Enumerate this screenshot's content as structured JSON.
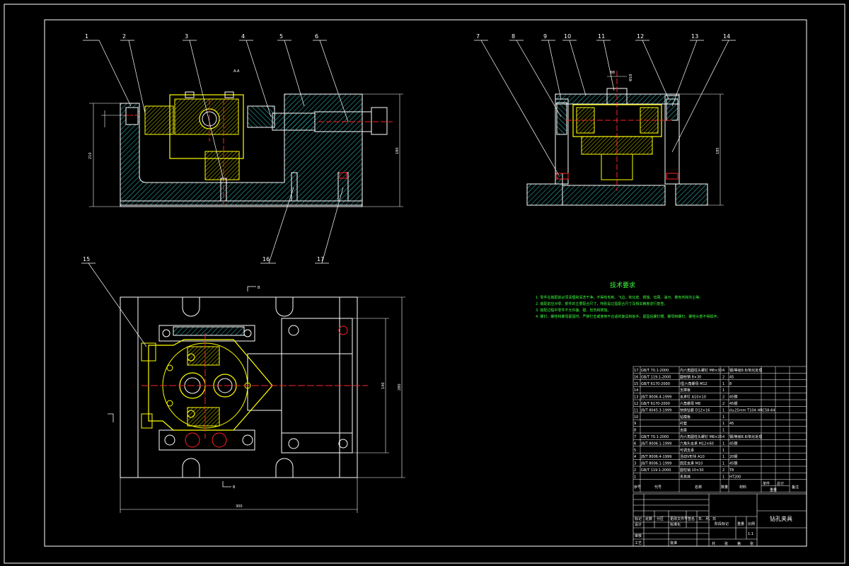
{
  "colors": {
    "background": "#000000",
    "outline": "#ffffff",
    "part": "#ffff00",
    "hatch": "#39e5e5",
    "center": "#ff2020",
    "text_green": "#3dff3d",
    "dim": "#ffffff"
  },
  "balloons_front": [
    "1",
    "2",
    "3",
    "4",
    "5",
    "6"
  ],
  "balloons_side": [
    "7",
    "8",
    "9",
    "10",
    "11",
    "12",
    "13",
    "14"
  ],
  "balloons_bottom": [
    "16",
    "17"
  ],
  "balloon_top": "15",
  "section_marks": [
    "A-A",
    "B",
    "B"
  ],
  "dimensions": {
    "front_height_left": "210",
    "front_height_right": "180",
    "side_height": "185",
    "top_width": "300",
    "top_height_inner": "140",
    "top_height_outer": "280",
    "side_small_1": "Φ8",
    "side_small_2": "Φ18"
  },
  "tech_req": {
    "title": "技术要求",
    "lines": [
      "1. 零件在装配前必须清理和清洗干净，不得有毛刺、飞边、氧化皮、锈蚀、切屑、油污、着色剂和灰尘等。",
      "2. 装配前应对零、部件的主要配合尺寸，特别是过盈配合尺寸及相关精度进行复查。",
      "3. 装配过程中零件不允许磕、碰、划伤和锈蚀。",
      "4. 螺钉、螺栓和螺母紧固时，严禁打击或使用不合适的旋具和扳手。紧固后螺钉槽、螺母和螺钉、螺栓头部不得损坏。"
    ]
  },
  "bom": {
    "rows": [
      {
        "no": "17",
        "code": "GB/T 70.1-2000",
        "name": "内六角圆柱头螺钉 M8×30",
        "qty": "4",
        "material": "钢/等级8.8/氧化处理",
        "note": ""
      },
      {
        "no": "16",
        "code": "GB/T 119.1-2000",
        "name": "圆柱销 8×30",
        "qty": "2",
        "material": "45",
        "note": ""
      },
      {
        "no": "15",
        "code": "GB/T 6170-2000",
        "name": "I型六角螺母 M12",
        "qty": "1",
        "material": "8",
        "note": ""
      },
      {
        "no": "14",
        "code": "",
        "name": "支撑板",
        "qty": "1",
        "material": "",
        "note": ""
      },
      {
        "no": "13",
        "code": "JB/T 8006.4-1999",
        "name": "支承钉 A10×10",
        "qty": "2",
        "material": "45钢",
        "note": ""
      },
      {
        "no": "12",
        "code": "GB/T 6170-2000",
        "name": "六角螺母 M8",
        "qty": "2",
        "material": "45钢",
        "note": ""
      },
      {
        "no": "11",
        "code": "JB/T 8045.3-1999",
        "name": "快换钻套 D12×16",
        "qty": "1",
        "material": "d≤25mm T10A HRC58-64",
        "note": ""
      },
      {
        "no": "10",
        "code": "",
        "name": "钻模板",
        "qty": "1",
        "material": "",
        "note": ""
      },
      {
        "no": "9",
        "code": "",
        "name": "衬套",
        "qty": "1",
        "material": "45",
        "note": ""
      },
      {
        "no": "8",
        "code": "",
        "name": "支座",
        "qty": "1",
        "material": "",
        "note": ""
      },
      {
        "no": "7",
        "code": "GB/T 70.1-2000",
        "name": "内六角圆柱头螺钉 M8×25",
        "qty": "4",
        "material": "钢/等级8.8/氧化处理",
        "note": ""
      },
      {
        "no": "6",
        "code": "JB/T 8006.1-1999",
        "name": "六角头支承 M12×60",
        "qty": "1",
        "material": "45钢",
        "note": ""
      },
      {
        "no": "5",
        "code": "",
        "name": "可调支承",
        "qty": "1",
        "material": "",
        "note": ""
      },
      {
        "no": "4",
        "code": "JB/T 8006.4-1999",
        "name": "活动V形块 A10",
        "qty": "1",
        "material": "20钢",
        "note": ""
      },
      {
        "no": "3",
        "code": "JB/T 8006.1-1999",
        "name": "固定支承 M10",
        "qty": "1",
        "material": "45钢",
        "note": ""
      },
      {
        "no": "2",
        "code": "GB/T 119.1-2000",
        "name": "圆柱销 10×30",
        "qty": "2",
        "material": "T8",
        "note": ""
      },
      {
        "no": "1",
        "code": "",
        "name": "夹具体",
        "qty": "1",
        "material": "HT200",
        "note": ""
      }
    ],
    "header": {
      "no": "序号",
      "code": "代号",
      "name": "名称",
      "qty": "数量",
      "material": "材料",
      "unit_weight": "单件",
      "total_weight": "总计",
      "weight": "重量",
      "note": "备注"
    }
  },
  "title_block": {
    "drawing_name": "钻孔夹具",
    "marks": [
      "标记",
      "处数",
      "分区",
      "更改文件号",
      "签名",
      "年、月、日"
    ],
    "roles": [
      "设计",
      "审核",
      "工艺"
    ],
    "standardize": "标准化",
    "approve": "批准",
    "stage": "阶段标记",
    "weight": "重量",
    "scale": "比例",
    "scale_value": "1:1",
    "sheets": [
      "共",
      "张",
      "第",
      "张"
    ]
  }
}
